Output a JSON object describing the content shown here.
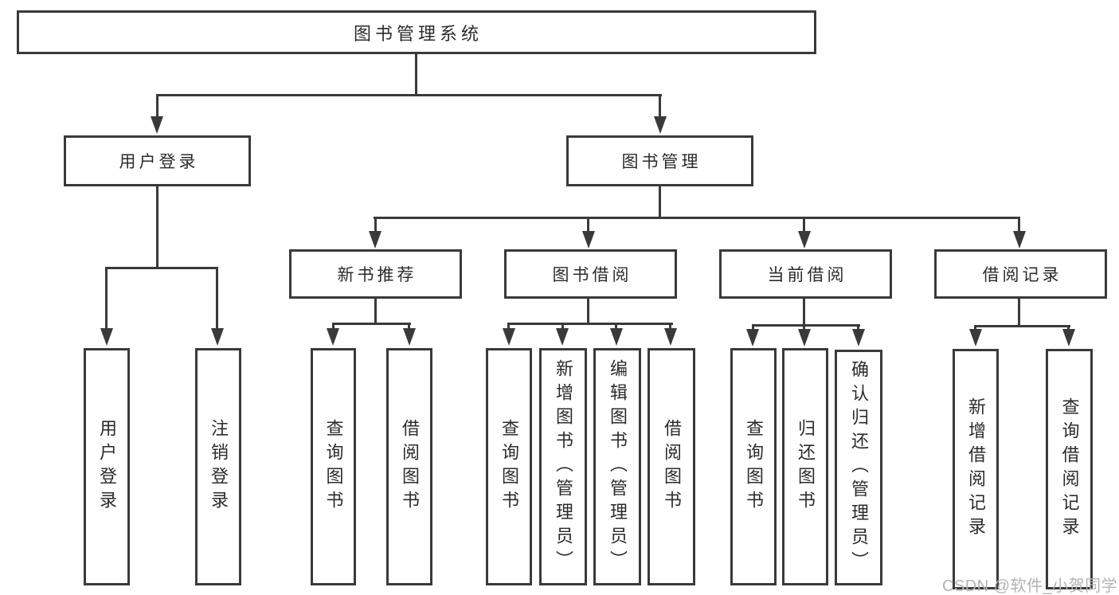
{
  "tree": {
    "root": {
      "label": "图书管理系统"
    },
    "branches": [
      {
        "label": "用户登录",
        "children": [
          "用户登录",
          "注销登录"
        ]
      },
      {
        "label": "图书管理",
        "children": [
          {
            "label": "新书推荐",
            "children": [
              "查询图书",
              "借阅图书"
            ]
          },
          {
            "label": "图书借阅",
            "children": [
              "查询图书",
              "新增图书（管理员）",
              "编辑图书（管理员）",
              "借阅图书"
            ]
          },
          {
            "label": "当前借阅",
            "children": [
              "查询图书",
              "归还图书",
              "确认归还（管理员）"
            ]
          },
          {
            "label": "借阅记录",
            "children": [
              "新增借阅记录",
              "查询借阅记录"
            ]
          }
        ]
      }
    ]
  },
  "watermark": "CSDN @软件_小贺同学",
  "colors": {
    "line": "#3a3a3a",
    "text": "#2b2b2b",
    "watermark": "#b3b3b3",
    "background": "#ffffff"
  }
}
